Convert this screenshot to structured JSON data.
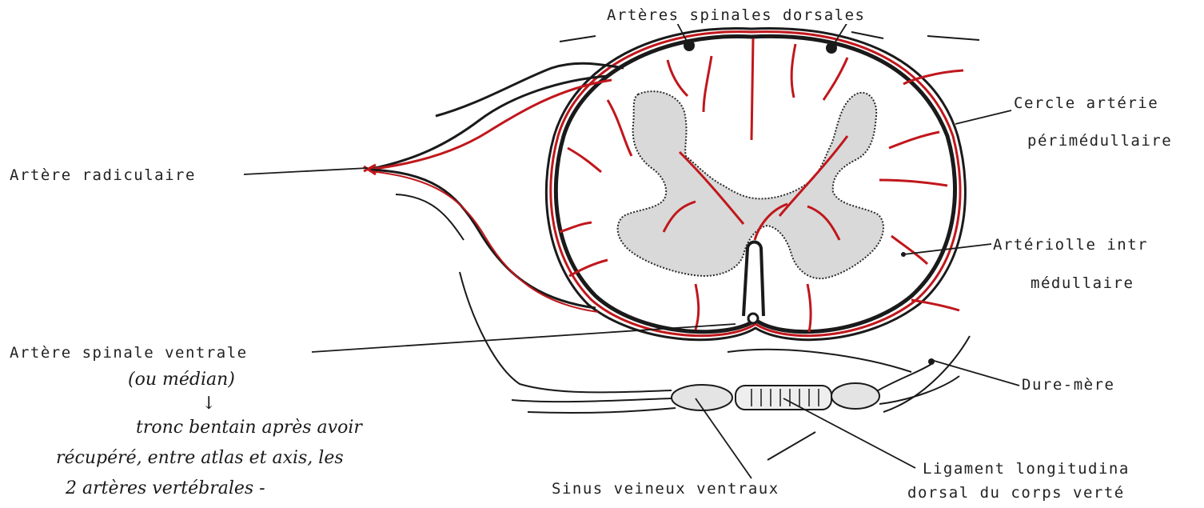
{
  "labels": {
    "arteres_spinales_dorsales": "Artères spinales dorsales",
    "cercle_arterie_1": "Cercle artérie",
    "cercle_arterie_2": "périmédullaire",
    "artere_radiculaire": "Artère radiculaire",
    "arteriolle_1": "Artériolle intr",
    "arteriolle_2": "médullaire",
    "artere_spinale_ventrale": "Artère spinale ventrale",
    "dure_mere": "Dure-mère",
    "ligament_1": "Ligament longitudina",
    "ligament_2": "dorsal du corps verté",
    "sinus": "Sinus veineux ventraux"
  },
  "handwritten": {
    "line1": "(ou médian)",
    "arrow": "↓",
    "line2": "tronc bentain après avoir",
    "line3": "récupéré, entre atlas et axis, les",
    "line4": "2 artères vertébrales -"
  },
  "colors": {
    "ink": "#1a1a1a",
    "artery": "#c0171c"
  }
}
